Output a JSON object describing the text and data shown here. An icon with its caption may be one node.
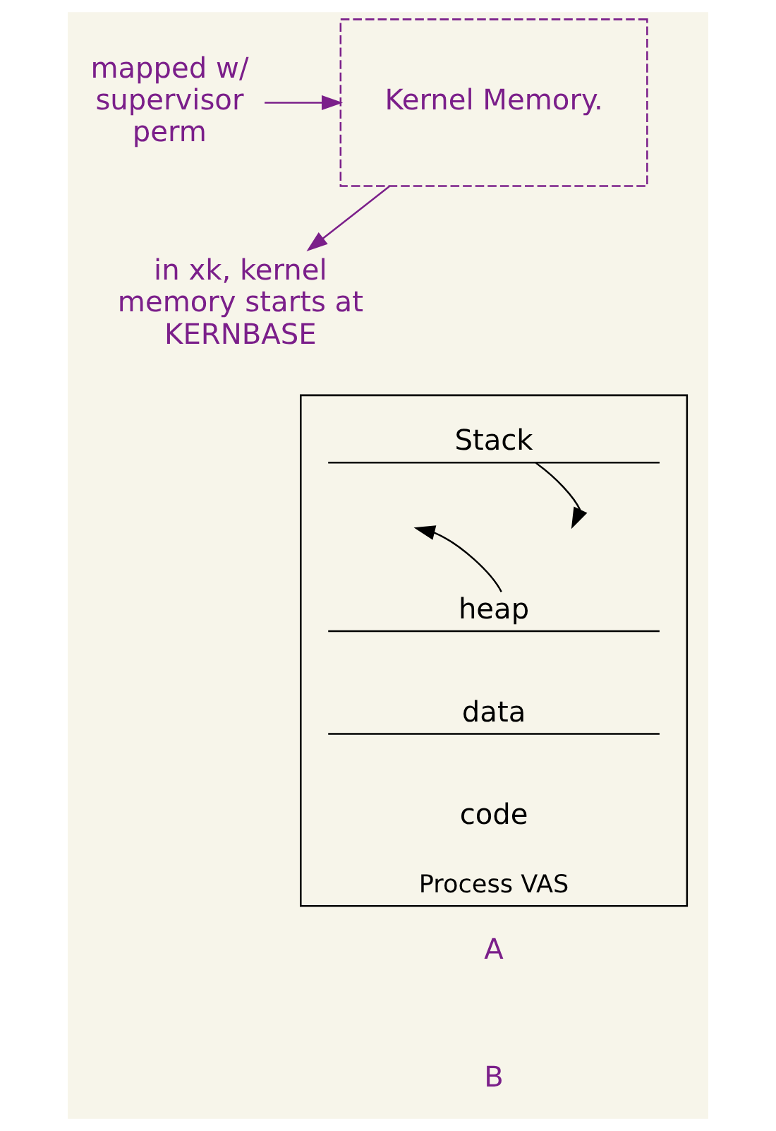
{
  "diagram": {
    "nodes": [
      {
        "text": [
          "mapped w/ supervisor perm"
        ]
      },
      {
        "text": [
          "Kernel Memory."
        ]
      },
      {
        "text": [
          "in xk, kernel memory starts at KERNBASE"
        ]
      },
      {
        "text": [],
        "shape": "box",
        "beside": [
          "Process VAS"
        ]
      },
      {
        "text": [
          "Stack"
        ],
        "in": 3
      },
      {
        "text": [
          "heap"
        ],
        "in": 3
      },
      {
        "text": [
          "data"
        ],
        "in": 3
      },
      {
        "text": [
          "code"
        ],
        "in": 3
      }
    ],
    "edges": [
      {
        "from": 0,
        "to": 1,
        "arrow": "to",
        "color": "#7b1f8a"
      },
      {
        "from": 1,
        "to": 2,
        "arrow": "to",
        "color": "#7b1f8a"
      },
      {
        "from": 4,
        "to": null,
        "arrow": "to",
        "color": "#000000"
      },
      {
        "from": 5,
        "to": null,
        "arrow": "to",
        "color": "#000000"
      }
    ],
    "labels": [
      "A",
      "B"
    ]
  }
}
